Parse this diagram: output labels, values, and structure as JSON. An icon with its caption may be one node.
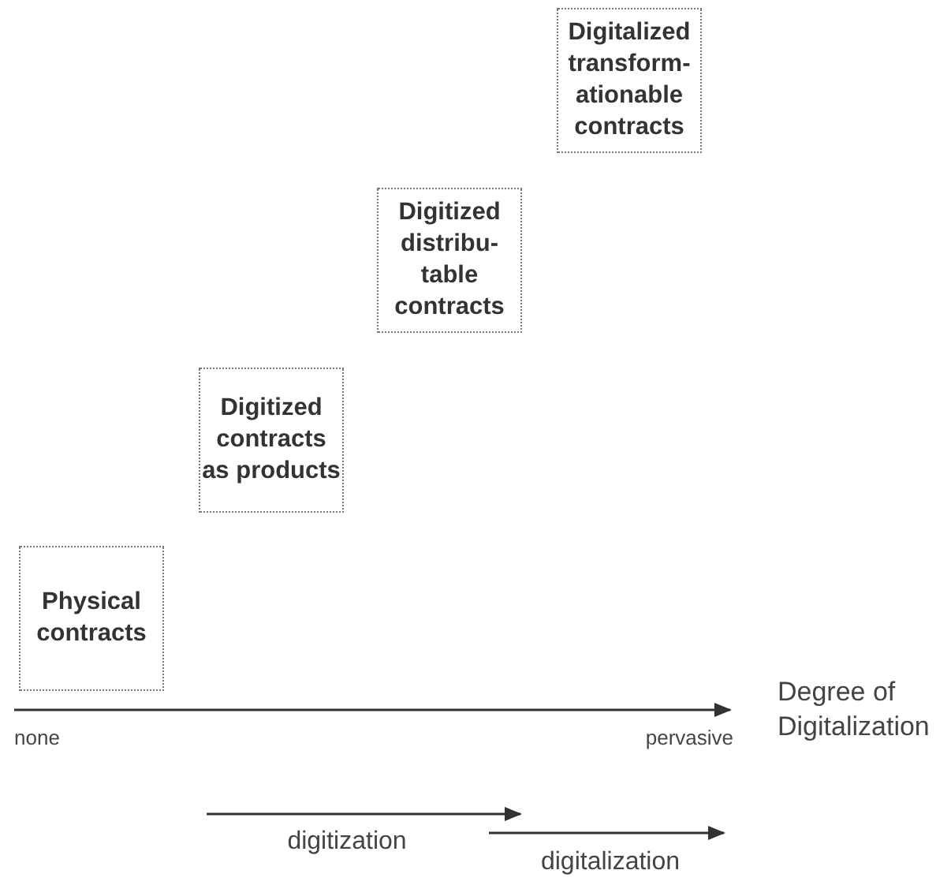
{
  "diagram": {
    "nodes": [
      {
        "text": [
          "Physical contracts"
        ]
      },
      {
        "text": [
          "Digitized contracts as products"
        ]
      },
      {
        "text": [
          "Digitized distribu- table contracts"
        ]
      },
      {
        "text": [
          "Digitalized transform- ationable contracts"
        ]
      }
    ],
    "labels": [
      "none",
      "pervasive",
      "Degree of Digitalization",
      "digitization",
      "digitalization"
    ]
  }
}
